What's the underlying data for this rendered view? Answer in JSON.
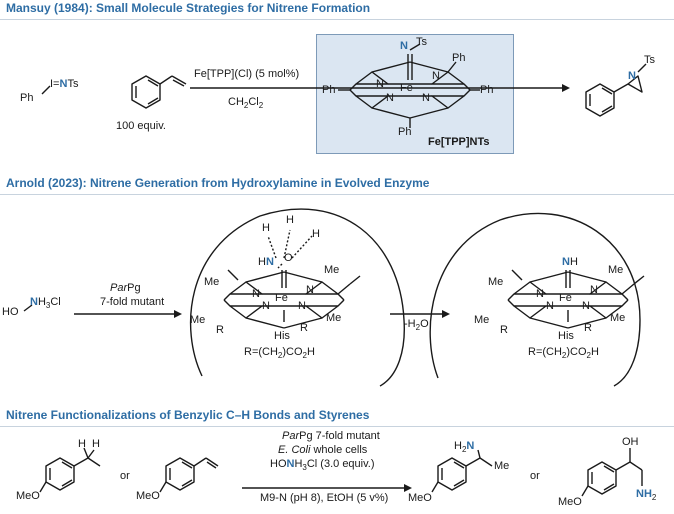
{
  "section1": {
    "title": "Mansuy (1984): Small Molecule Strategies for Nitrene Formation",
    "iminoiodinane": {
      "pre": "Ph",
      "mid": "I=",
      "n": "N",
      "post": "Ts"
    },
    "styrene_equiv": "100 equiv.",
    "catalyst_line": "Fe[TPP](Cl) (5 mol%)",
    "solvent": {
      "main": "CH",
      "sub1": "2",
      "mid": "Cl",
      "sub2": "2"
    },
    "complex_label": "Fe[TPP]NTs",
    "complex_atoms": {
      "n_top": "N",
      "ts": "Ts",
      "fe": "Fe",
      "n": "N",
      "ph": "Ph"
    },
    "product_atoms": {
      "n": "N",
      "ts": "Ts"
    }
  },
  "section2": {
    "title": "Arnold (2023): Nitrene Generation from Hydroxylamine in Evolved Enzyme",
    "reagent": {
      "ho": "HO",
      "n": "N",
      "h": "H",
      "sub": "3",
      "cl": "Cl"
    },
    "enzyme_name": "Par",
    "enzyme_name_rest": "Pg",
    "enzyme_mutant": "7-fold mutant",
    "elimination": {
      "pre": "-H",
      "sub": "2",
      "post": "O"
    },
    "r_group": {
      "pre": "R=(CH",
      "s1": "2",
      "mid": ")CO",
      "s2": "2",
      "post": "H"
    },
    "atoms": {
      "h": "H",
      "o": "O",
      "hn_h": "H",
      "hn_n": "N",
      "nh_n": "N",
      "nh_h": "H",
      "fe": "Fe",
      "n": "N",
      "me": "Me",
      "r": "R",
      "his": "His"
    }
  },
  "section3": {
    "title": "Nitrene Functionalizations of Benzylic C–H Bonds and Styrenes",
    "or": "or",
    "conditions": {
      "line1_italic": "Par",
      "line1_rest": "Pg 7-fold mutant",
      "line2_italic": "E. Coli",
      "line2_rest": " whole cells",
      "line3": {
        "ho": "HO",
        "n": "N",
        "h": "H",
        "sub": "3",
        "rest": "Cl (3.0 equiv.)"
      },
      "line4": "M9-N (pH 8), EtOH (5 v%)"
    },
    "atoms": {
      "meo": "MeO",
      "h": "H",
      "me": "Me",
      "n": "N",
      "oh": "OH",
      "nh": "NH",
      "two": "2"
    }
  },
  "colors": {
    "accent": "#2e6da4",
    "box_fill": "#dbe6f2",
    "bond": "#1a1a1a"
  }
}
